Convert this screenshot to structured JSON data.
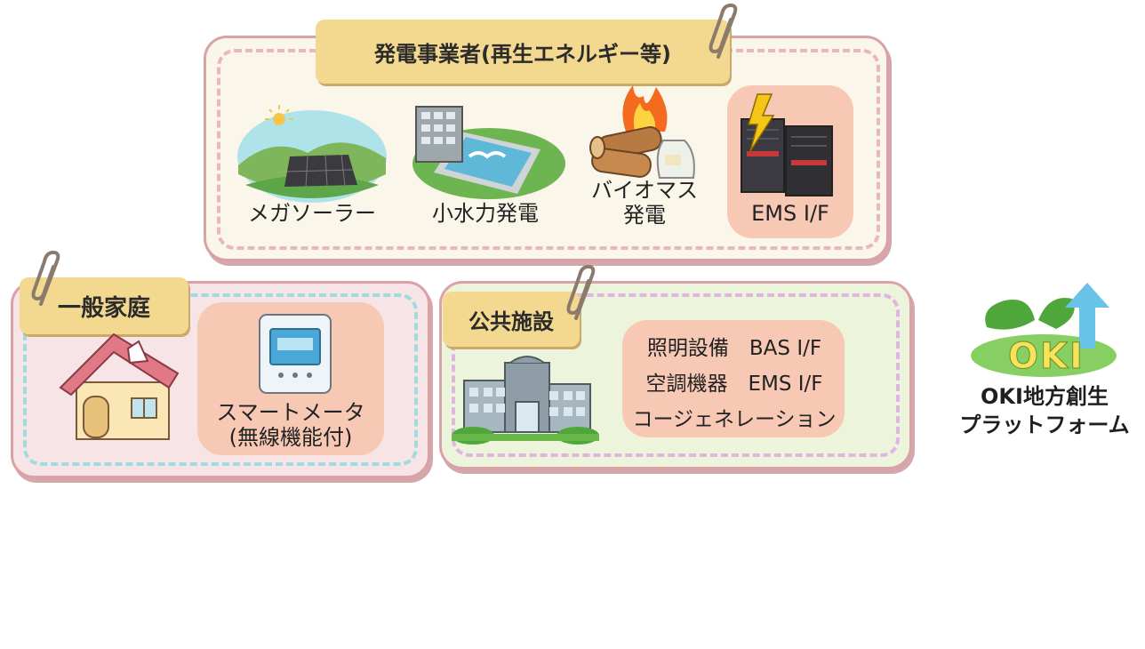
{
  "power_producers": {
    "title": "発電事業者(再生エネルギー等)",
    "items": [
      {
        "label": "メガソーラー",
        "icon": "solar-panel-icon"
      },
      {
        "label": "小水力発電",
        "icon": "hydro-power-icon"
      },
      {
        "label_line1": "バイオマス",
        "label_line2": "発電",
        "icon": "biomass-fire-icon"
      },
      {
        "label": "EMS I/F",
        "icon": "server-lightning-icon"
      }
    ]
  },
  "household": {
    "title": "一般家庭",
    "house_icon": "house-icon",
    "meter_icon": "smart-meter-icon",
    "meter_line1": "スマートメータ",
    "meter_line2": "(無線機能付)"
  },
  "public_facility": {
    "title": "公共施設",
    "building_icon": "public-building-icon",
    "lines": [
      "照明設備　BAS I/F",
      "空調機器　EMS I/F",
      "コージェネレーション"
    ]
  },
  "platform": {
    "logo_text": "OKI",
    "line1": "OKI地方創生",
    "line2": "プラットフォーム"
  },
  "colors": {
    "panel_top_bg": "#faf6ea",
    "panel_border": "#d9a2a6",
    "panel_left_bg": "#f7e4e7",
    "panel_right_bg": "#edf4dc",
    "tag_bg": "#f3d98f",
    "salmon": "#f7c9b5",
    "dash_pink": "#e7b8bf",
    "dash_blue": "#9fdbe0",
    "dash_lilac": "#e0b6e0",
    "logo_green": "#68b94a"
  }
}
